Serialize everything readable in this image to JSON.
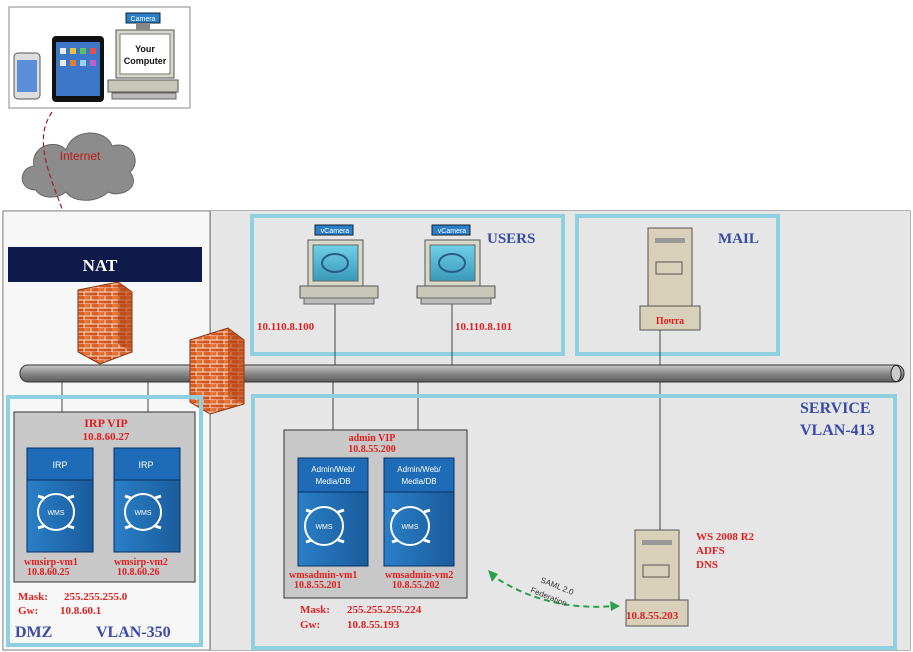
{
  "devices_box": {
    "computer_label_line1": "Your",
    "computer_label_line2": "Computer",
    "camera_label": "Camera"
  },
  "internet": {
    "label": "Internet"
  },
  "nat": {
    "label": "NAT"
  },
  "users": {
    "title": "USERS",
    "pc1_ip": "10.110.8.100",
    "pc2_ip": "10.110.8.101",
    "camera_label": "vCamera"
  },
  "mail": {
    "title": "MAIL",
    "server_label": "Почта"
  },
  "service": {
    "title_line1": "SERVICE",
    "title_line2": "VLAN-413",
    "admin_vip": "admin VIP",
    "admin_vip_ip": "10.8.55.200",
    "vm1_name": "wmsadmin-vm1",
    "vm1_ip": "10.8.55.201",
    "vm2_name": "wmsadmin-vm2",
    "vm2_ip": "10.8.55.202",
    "vm_header": [
      "Admin/Web/",
      "Media/DB"
    ],
    "wms": "WMS",
    "mask_label": "Mask:",
    "mask_value": "255.255.255.224",
    "gw_label": "Gw:",
    "gw_value": "10.8.55.193",
    "saml_line1": "SAML 2.0",
    "saml_line2": "Federation",
    "ws_line1": "WS 2008 R2",
    "ws_line2": "ADFS",
    "ws_line3": "DNS",
    "ws_ip": "10.8.55.203"
  },
  "dmz": {
    "title": "DMZ",
    "vlan": "VLAN-350",
    "irp_vip": "IRP VIP",
    "irp_vip_ip": "10.8.60.27",
    "vm1_name": "wmsirp-vm1",
    "vm1_ip": "10.8.60.25",
    "vm2_name": "wmsirp-vm2",
    "vm2_ip": "10.8.60.26",
    "vm_header": "IRP",
    "wms": "WMS",
    "mask_label": "Mask:",
    "mask_value": "255.255.255.0",
    "gw_label": "Gw:",
    "gw_value": "10.8.60.1"
  }
}
